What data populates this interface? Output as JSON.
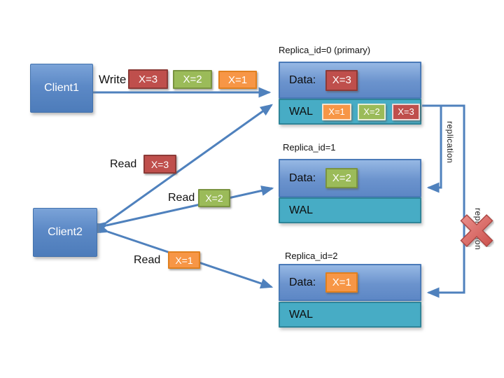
{
  "clients": [
    {
      "label": "Client1"
    },
    {
      "label": "Client2"
    }
  ],
  "write_flow": {
    "action": "Write",
    "badges": [
      {
        "label": "X=3",
        "color": "red"
      },
      {
        "label": "X=2",
        "color": "green"
      },
      {
        "label": "X=1",
        "color": "orange"
      }
    ]
  },
  "read_flows": [
    {
      "action": "Read",
      "badge": {
        "label": "X=3",
        "color": "red"
      }
    },
    {
      "action": "Read",
      "badge": {
        "label": "X=2",
        "color": "green"
      }
    },
    {
      "action": "Read",
      "badge": {
        "label": "X=1",
        "color": "orange"
      }
    }
  ],
  "replicas": [
    {
      "title": "Replica_id=0 (primary)",
      "data_label": "Data:",
      "data_badge": {
        "label": "X=3",
        "color": "red"
      },
      "wal_label": "WAL",
      "wal_badges": [
        {
          "label": "X=1",
          "color": "orangeLight"
        },
        {
          "label": "X=2",
          "color": "greenLight"
        },
        {
          "label": "X=3",
          "color": "redLight"
        }
      ]
    },
    {
      "title": "Replica_id=1",
      "data_label": "Data:",
      "data_badge": {
        "label": "X=2",
        "color": "green"
      },
      "wal_label": "WAL"
    },
    {
      "title": "Replica_id=2",
      "data_label": "Data:",
      "data_badge": {
        "label": "X=1",
        "color": "orange"
      },
      "wal_label": "WAL"
    }
  ],
  "replication_links": [
    {
      "label": "replication",
      "status": "active"
    },
    {
      "label": "replication",
      "status": "broken"
    }
  ],
  "colors": {
    "red": {
      "fill": "#bf4f4c",
      "border": "#8c3a37"
    },
    "green": {
      "fill": "#9bbb59",
      "border": "#7a9440"
    },
    "orange": {
      "fill": "#f79646",
      "border": "#e0801f"
    },
    "redLight": {
      "fill": "#bf4f4c",
      "border": "#ecd9d8"
    },
    "greenLight": {
      "fill": "#9bbb59",
      "border": "#e7eed6"
    },
    "orangeLight": {
      "fill": "#f79646",
      "border": "#f5e3ce"
    },
    "arrow_line": "#4f81bd",
    "wal_fill": "#47acc5",
    "cross_red": "#d5615d"
  }
}
